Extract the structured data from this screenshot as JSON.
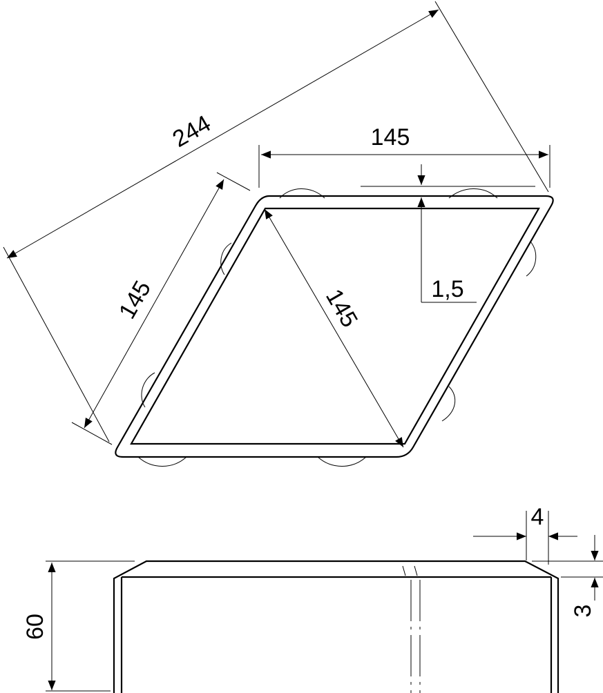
{
  "plan_view": {
    "long_diagonal": "244",
    "top_side": "145",
    "left_side": "145",
    "short_diagonal": "145",
    "wall_thickness": "1,5"
  },
  "side_view": {
    "chamfer_width": "4",
    "chamfer_height": "3",
    "height": "60"
  }
}
